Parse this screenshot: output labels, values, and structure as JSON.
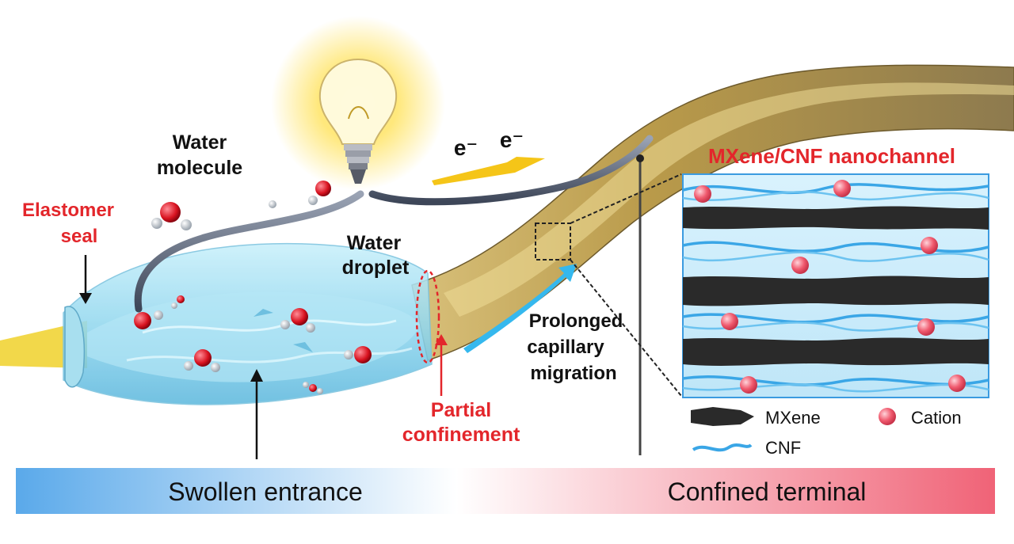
{
  "labels": {
    "water_molecule_1": "Water",
    "water_molecule_2": "molecule",
    "elastomer_1": "Elastomer",
    "elastomer_2": "seal",
    "water_droplet_1": "Water",
    "water_droplet_2": "droplet",
    "electron_1": "e⁻",
    "electron_2": "e⁻",
    "panel_title": "MXene/CNF nanochannel",
    "prolonged_1": "Prolonged",
    "prolonged_2": "capillary",
    "prolonged_3": "migration",
    "partial_1": "Partial",
    "partial_2": "confinement"
  },
  "legend": {
    "mxene": "MXene",
    "cation": "Cation",
    "cnf": "CNF"
  },
  "gradient_bar": {
    "left_label": "Swollen entrance",
    "right_label": "Confined terminal",
    "left_color": "#5aa9ea",
    "mid_color": "#ffffff",
    "right_color": "#f06377"
  },
  "colors": {
    "red_label": "#e3262b",
    "gold": "#c9a94b",
    "droplet": "#9fdcef",
    "cation": "#f05a6e",
    "cnf": "#3aa6e6",
    "mxene": "#2a2a2a"
  }
}
